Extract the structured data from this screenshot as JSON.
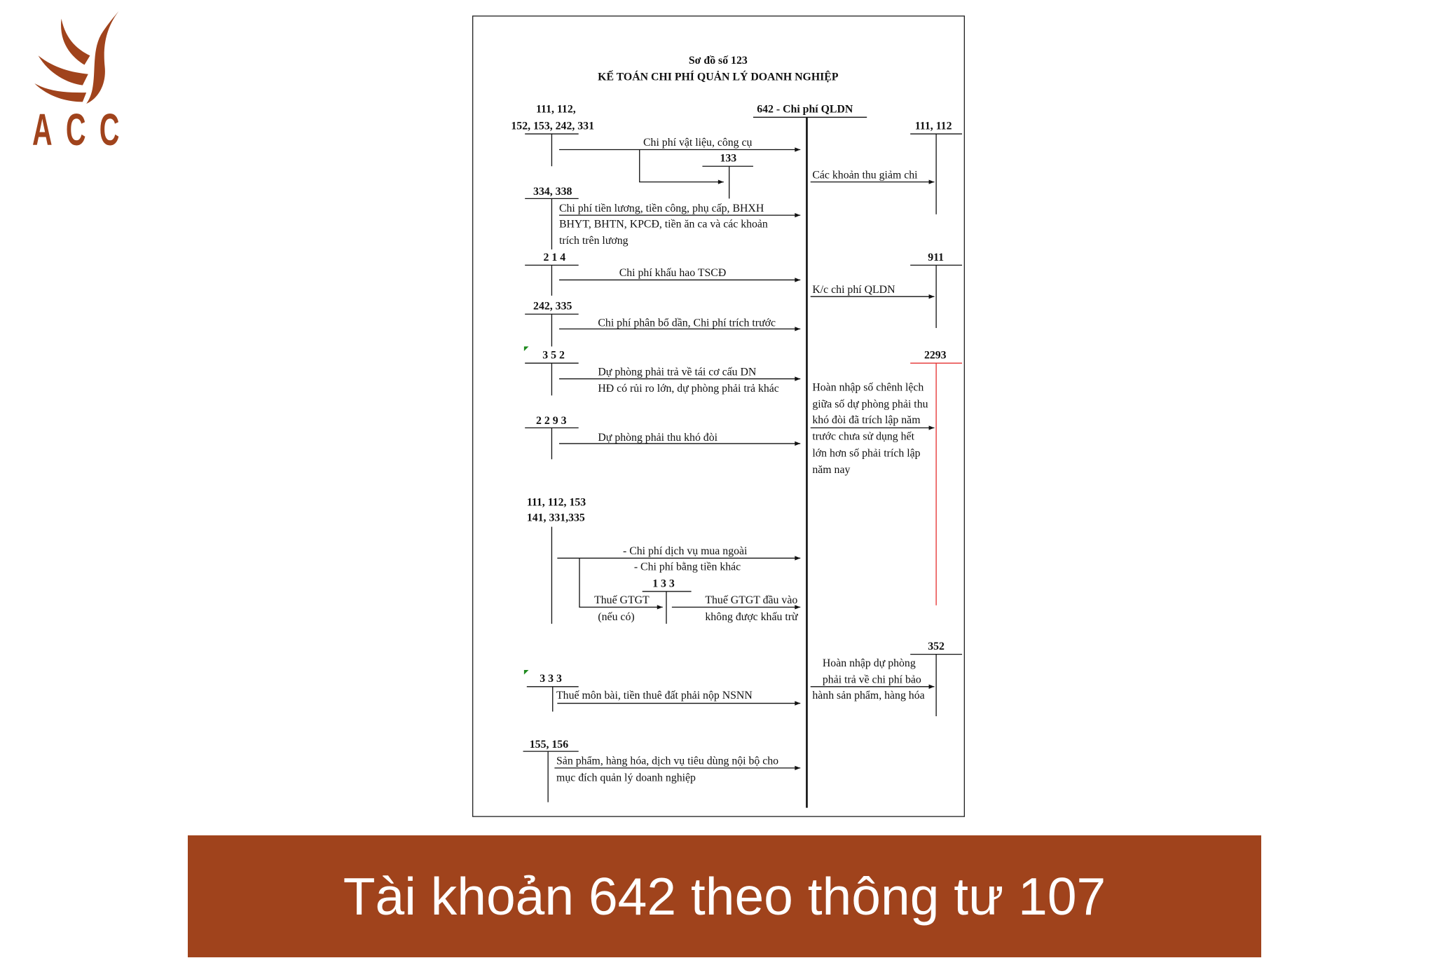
{
  "logo": {
    "text": "ACC"
  },
  "theme": {
    "brand_color": "#A0431C",
    "highlight_line_color": "#E53030",
    "marker_color": "#1E8A1E"
  },
  "diagram": {
    "caption": "Sơ đồ số 123",
    "title": "KẾ TOÁN CHI PHÍ QUẢN LÝ DOANH NGHIỆP",
    "main_account": "642 - Chi phí QLDN",
    "debit_side": [
      {
        "account": [
          "111, 112,",
          "152, 153, 242, 331"
        ],
        "description": [
          "Chi phí vật liệu, công cụ"
        ],
        "vat_account": "133"
      },
      {
        "account": [
          "334, 338"
        ],
        "description": [
          "Chi phí tiền lương, tiền công, phụ cấp, BHXH",
          "BHYT, BHTN, KPCĐ, tiền ăn ca và các khoản",
          "trích trên lương"
        ]
      },
      {
        "account": [
          "2 1 4"
        ],
        "description": [
          "Chi phí khấu hao TSCĐ"
        ]
      },
      {
        "account": [
          "242, 335"
        ],
        "description": [
          "Chi phí phân bổ dần, Chi phí trích trước"
        ]
      },
      {
        "account": [
          "3 5 2"
        ],
        "description": [
          "Dự phòng phải trả về tái cơ cấu DN",
          "HĐ có rủi ro lớn, dự phòng phải trả khác"
        ]
      },
      {
        "account": [
          "2 2 9 3"
        ],
        "description": [
          "Dự phòng phải thu khó đòi"
        ]
      },
      {
        "account": [
          "111, 112, 153",
          "141, 331,335"
        ],
        "description": [
          "- Chi phí dịch vụ mua ngoài",
          "- Chi phí bằng tiền khác"
        ],
        "vat_account": "1 3 3",
        "vat_note": [
          "Thuế GTGT",
          "(nếu có)"
        ],
        "non_deductible_note": [
          "Thuế GTGT đầu vào",
          "không được khấu trừ"
        ]
      },
      {
        "account": [
          "3 3 3"
        ],
        "description": [
          "Thuế môn bài, tiền thuê đất phải nộp NSNN"
        ]
      },
      {
        "account": [
          "155, 156"
        ],
        "description": [
          "Sản phẩm, hàng hóa, dịch vụ tiêu dùng nội bộ cho",
          "mục đích quản lý doanh nghiệp"
        ]
      }
    ],
    "credit_side": [
      {
        "account": "111, 112",
        "description": [
          "Các khoản thu giảm chi"
        ]
      },
      {
        "account": "911",
        "description": [
          "K/c chi phí QLDN"
        ]
      },
      {
        "account": "2293",
        "description": [
          "Hoàn nhập số chênh lệch",
          "giữa số dự phòng phải thu",
          "khó đòi đã trích lập năm",
          "trước chưa sử dụng hết",
          "lớn hơn số phải trích lập",
          "năm nay"
        ]
      },
      {
        "account": "352",
        "description": [
          "Hoàn nhập dự phòng",
          "phải trả về chi phí bảo",
          "hành sản phẩm, hàng hóa"
        ]
      }
    ]
  },
  "banner": {
    "title": "Tài khoản 642 theo thông tư 107"
  }
}
